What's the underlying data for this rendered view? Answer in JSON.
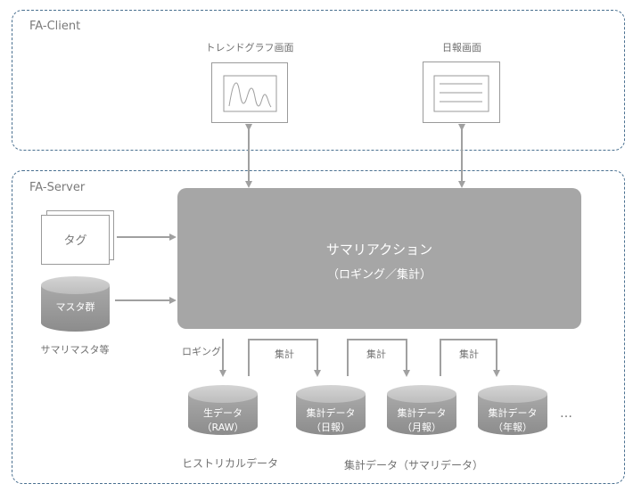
{
  "groups": {
    "client": {
      "label": "FA-Client"
    },
    "server": {
      "label": "FA-Server"
    }
  },
  "client_screens": [
    {
      "label": "トレンドグラフ画面",
      "icon": "trend-graph-screen-icon"
    },
    {
      "label": "日報画面",
      "icon": "daily-report-screen-icon"
    }
  ],
  "inputs": {
    "tag": {
      "label": "タグ"
    },
    "master": {
      "label": "マスタ群",
      "caption": "サマリマスタ等"
    }
  },
  "summary_action": {
    "title": "サマリアクション",
    "subtitle": "（ロギング／集計）"
  },
  "flow_labels": {
    "logging": "ロギング",
    "aggregate": "集計"
  },
  "databases": [
    {
      "line1": "生データ",
      "line2": "（RAW）"
    },
    {
      "line1": "集計データ",
      "line2": "（日報）"
    },
    {
      "line1": "集計データ",
      "line2": "（月報）"
    },
    {
      "line1": "集計データ",
      "line2": "（年報）"
    }
  ],
  "ellipsis": "…",
  "captions": {
    "historical": "ヒストリカルデータ",
    "summary": "集計データ（サマリデータ）"
  },
  "colors": {
    "dashed_border": "#4a7090",
    "main_box": "#a6a6a6",
    "arrow": "#a0a0a0"
  }
}
